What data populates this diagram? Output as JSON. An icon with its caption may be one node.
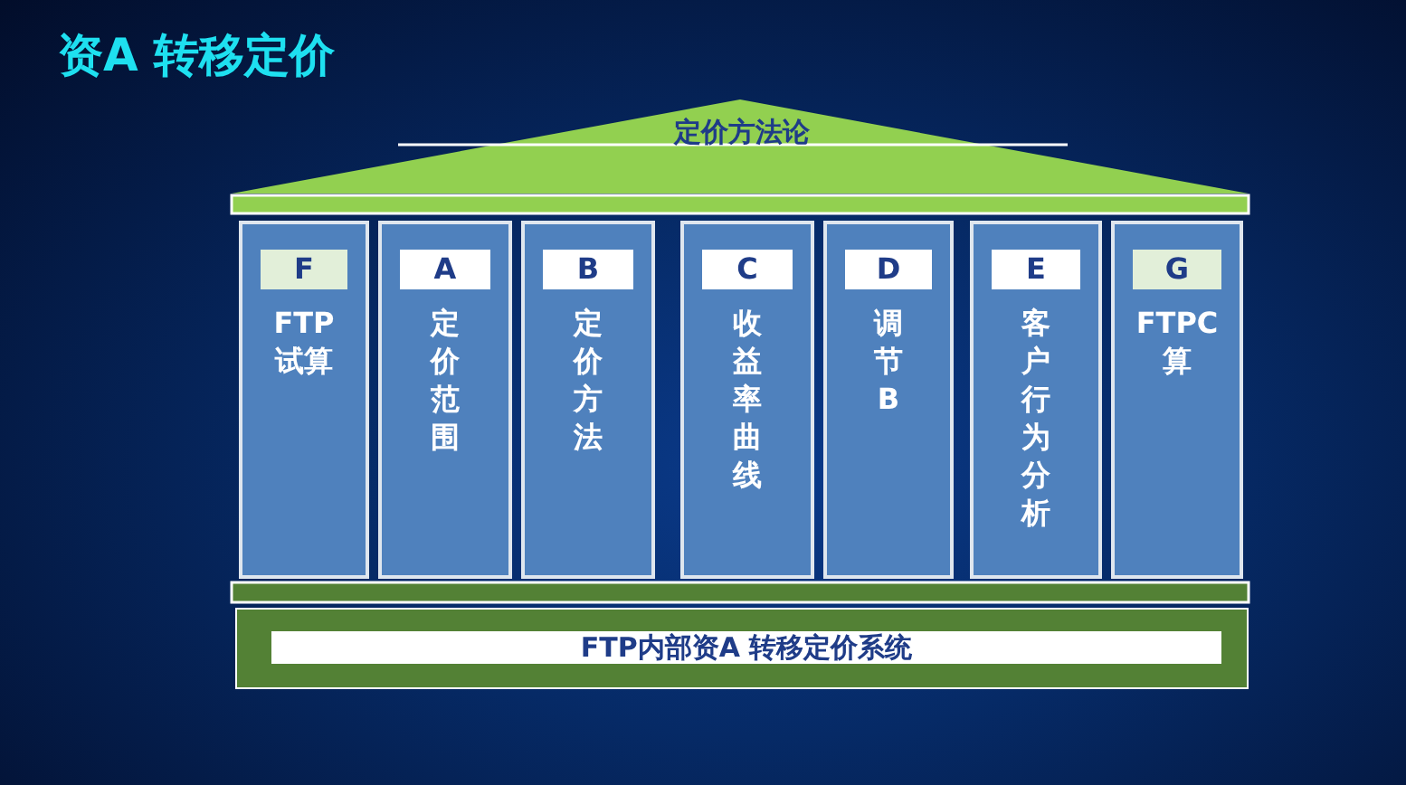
{
  "diagram": {
    "title": "资A 转移定价",
    "nodes": [
      {
        "text": [
          "定价方法论"
        ]
      },
      {
        "text": [
          "F",
          "FTP试算"
        ]
      },
      {
        "text": [
          "A",
          "定价范围"
        ]
      },
      {
        "text": [
          "B",
          "定价方法"
        ]
      },
      {
        "text": [
          "C",
          "收益率曲线"
        ]
      },
      {
        "text": [
          "D",
          "调节B"
        ]
      },
      {
        "text": [
          "E",
          "客户行为分析"
        ]
      },
      {
        "text": [
          "G",
          "FTPC算"
        ]
      },
      {
        "text": [
          "FTP内部资A 转移定价系统"
        ]
      }
    ]
  }
}
